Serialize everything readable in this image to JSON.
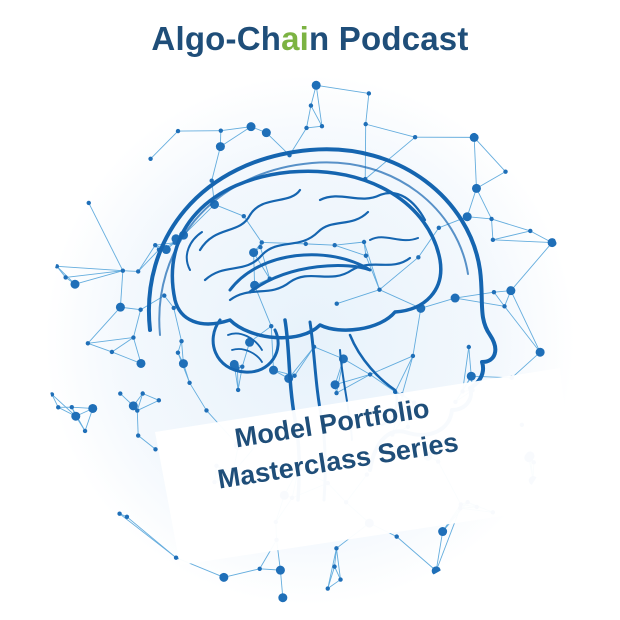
{
  "header": {
    "title_part1": "Algo-Ch",
    "title_accent": "ai",
    "title_part2": "n Podcast"
  },
  "banner": {
    "line1": "Model Portfolio",
    "line2": "Masterclass Series"
  },
  "colors": {
    "title": "#1f4e79",
    "accent": "#7cb342",
    "network": "#2b86c5",
    "brain": "#1565b0"
  },
  "icons": {
    "artwork": "brain-network-sphere-icon"
  }
}
